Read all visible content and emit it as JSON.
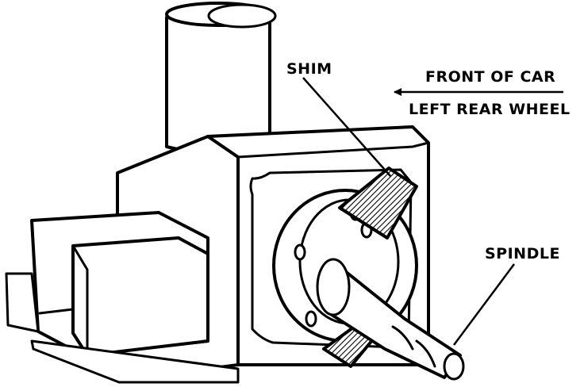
{
  "labels": {
    "shim": "SHIM",
    "front_of_car": "FRONT OF CAR",
    "left_rear_wheel": "LEFT REAR WHEEL",
    "spindle": "SPINDLE"
  },
  "colors": {
    "ink": "#000000",
    "paper": "#ffffff"
  }
}
